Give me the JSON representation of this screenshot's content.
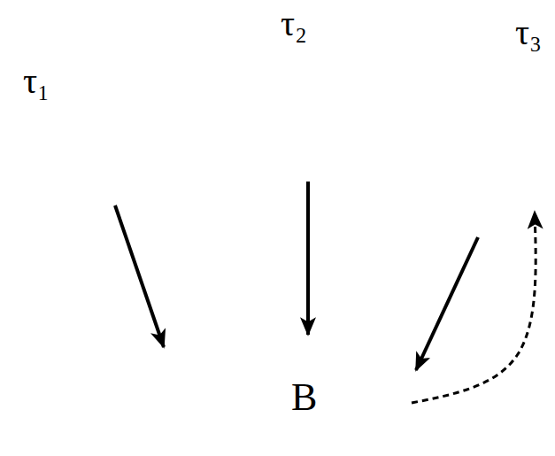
{
  "diagram": {
    "nodes": [
      {
        "text": [
          "τ₁"
        ]
      },
      {
        "text": [
          "τ₂"
        ]
      },
      {
        "text": [
          "τ₃"
        ]
      },
      {
        "text": [
          "B"
        ]
      }
    ],
    "edges": [
      {
        "from": 0,
        "to": 3,
        "arrow": "to"
      },
      {
        "from": 1,
        "to": 3,
        "arrow": "to"
      },
      {
        "from": 2,
        "to": 3,
        "arrow": "to"
      },
      {
        "from": 3,
        "to": 2,
        "arrow": "to"
      }
    ]
  }
}
